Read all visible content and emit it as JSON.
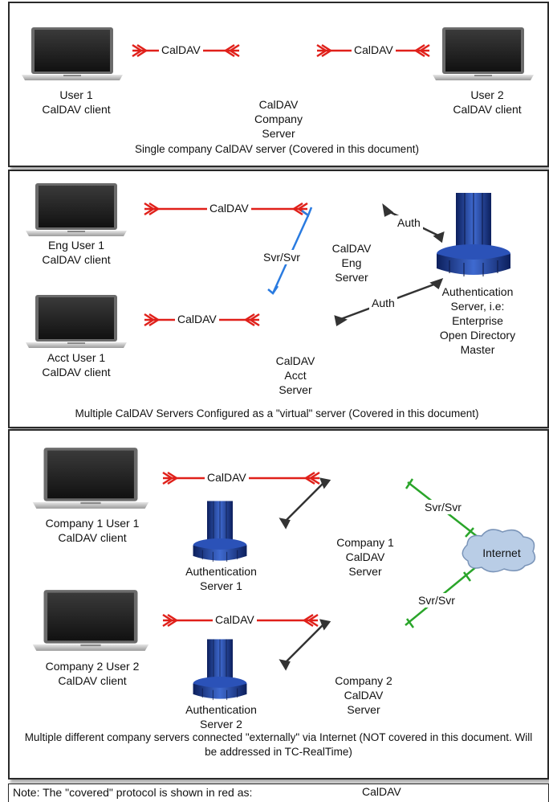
{
  "panel1": {
    "user1": "User 1\nCalDAV client",
    "user2": "User 2\nCalDAV client",
    "server": "CalDAV\nCompany\nServer",
    "edge_left": "CalDAV",
    "edge_right": "CalDAV",
    "caption": "Single company CalDAV server (Covered in this document)"
  },
  "panel2": {
    "eng_user": "Eng User 1\nCalDAV client",
    "acct_user": "Acct User 1\nCalDAV client",
    "eng_server": "CalDAV\nEng\nServer",
    "acct_server": "CalDAV\nAcct\nServer",
    "auth_server": "Authentication\nServer, i.e:\nEnterprise\nOpen Directory\nMaster",
    "edge_eng": "CalDAV",
    "edge_acct": "CalDAV",
    "svr_svr": "Svr/Svr",
    "auth1": "Auth",
    "auth2": "Auth",
    "caption": "Multiple CalDAV Servers Configured as a \"virtual\" server (Covered in this document)"
  },
  "panel3": {
    "user1": "Company 1 User 1\nCalDAV client",
    "user2": "Company 2 User 2\nCalDAV client",
    "server1": "Company 1\nCalDAV\nServer",
    "server2": "Company 2\nCalDAV\nServer",
    "auth1": "Authentication\nServer 1",
    "auth2": "Authentication\nServer 2",
    "edge1": "CalDAV",
    "edge2": "CalDAV",
    "svr_svr1": "Svr/Svr",
    "svr_svr2": "Svr/Svr",
    "internet": "Internet",
    "caption": "Multiple different company servers connected \"externally\" via Internet (NOT covered in this document. Will be addressed in TC-RealTime)"
  },
  "note": {
    "text": "Note: The \"covered\" protocol is shown in red as:",
    "sample": "CalDAV"
  },
  "colors": {
    "caldav": "#e0201a",
    "svr_svr_blue": "#2a7be0",
    "svr_svr_green": "#2aa52a",
    "auth_line": "#333333",
    "auth_server": "#1d3a8f",
    "cloud": "#b9cde6"
  }
}
